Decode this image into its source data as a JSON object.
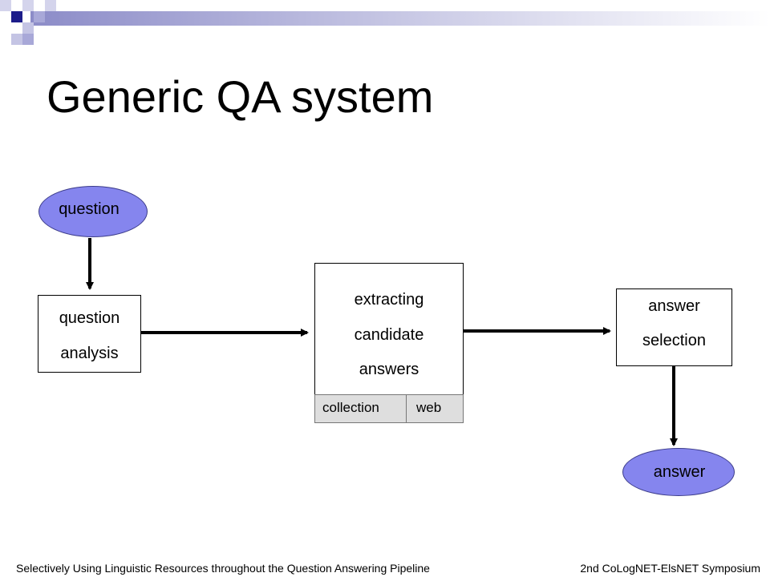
{
  "title": "Generic QA system",
  "nodes": {
    "question": "question",
    "question_analysis": [
      "question",
      "analysis"
    ],
    "extracting": [
      "extracting",
      "candidate",
      "answers"
    ],
    "sources": [
      "collection",
      "web"
    ],
    "answer_selection": [
      "answer",
      "selection"
    ],
    "answer": "answer"
  },
  "footer": {
    "left": "Selectively Using Linguistic Resources throughout the Question Answering Pipeline",
    "right": "2nd CoLogNET-ElsNET Symposium"
  },
  "colors": {
    "ellipse_fill": "#8585ee",
    "header_square_dark": "#1c1c8a",
    "header_square_light": "#a8a8d8",
    "subbox_fill": "#dedede"
  }
}
